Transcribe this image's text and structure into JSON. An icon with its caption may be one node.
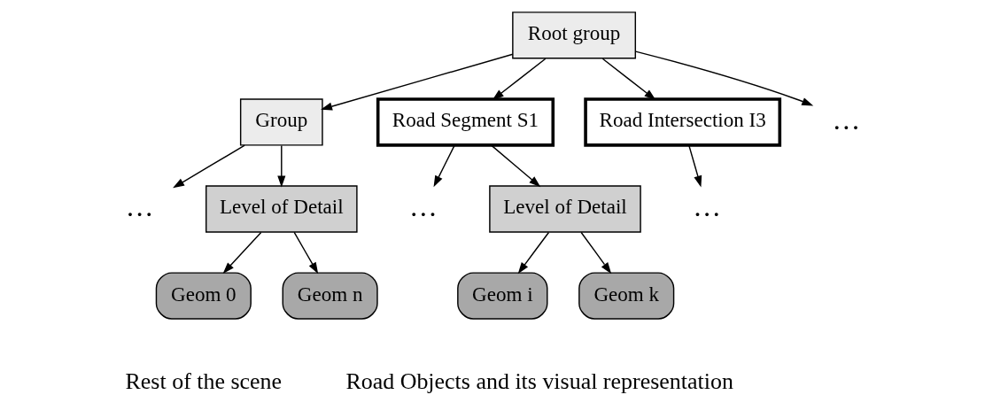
{
  "diagram": {
    "nodes": [
      {
        "text": [
          "Root group"
        ]
      },
      {
        "text": [
          "Group"
        ]
      },
      {
        "text": [
          "Road Segment S1"
        ]
      },
      {
        "text": [
          "Road Intersection I3"
        ]
      },
      {
        "text": [
          "…"
        ]
      },
      {
        "text": [
          "…"
        ]
      },
      {
        "text": [
          "Level of Detail"
        ]
      },
      {
        "text": [
          "…"
        ]
      },
      {
        "text": [
          "Level of Detail"
        ]
      },
      {
        "text": [
          "…"
        ]
      },
      {
        "text": [
          "Geom 0"
        ]
      },
      {
        "text": [
          "Geom n"
        ]
      },
      {
        "text": [
          "Geom i"
        ]
      },
      {
        "text": [
          "Geom k"
        ]
      }
    ],
    "edges": [
      {
        "from": 0,
        "to": 1,
        "arrow": "to"
      },
      {
        "from": 0,
        "to": 2,
        "arrow": "to"
      },
      {
        "from": 0,
        "to": 3,
        "arrow": "to"
      },
      {
        "from": 0,
        "to": 4,
        "arrow": "to"
      },
      {
        "from": 1,
        "to": 5,
        "arrow": "to"
      },
      {
        "from": 1,
        "to": 6,
        "arrow": "to"
      },
      {
        "from": 2,
        "to": 7,
        "arrow": "to"
      },
      {
        "from": 2,
        "to": 8,
        "arrow": "to"
      },
      {
        "from": 3,
        "to": 9,
        "arrow": "to"
      },
      {
        "from": 6,
        "to": 10,
        "arrow": "to"
      },
      {
        "from": 6,
        "to": 11,
        "arrow": "to"
      },
      {
        "from": 8,
        "to": 12,
        "arrow": "to"
      },
      {
        "from": 8,
        "to": 13,
        "arrow": "to"
      }
    ],
    "labels": [
      "Rest of the scene",
      "Road Objects and its visual representation"
    ]
  }
}
